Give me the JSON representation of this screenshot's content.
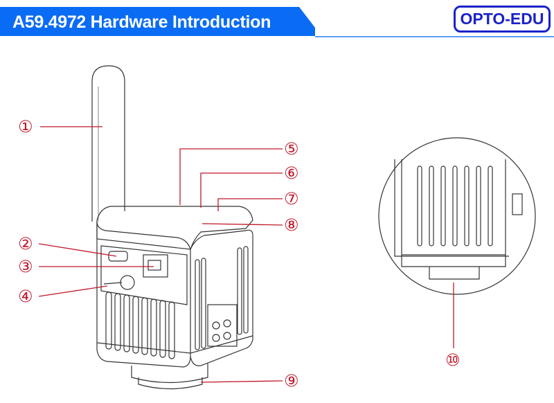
{
  "header": {
    "title": "A59.4972 Hardware Introduction",
    "logo": "OPTO-EDU"
  },
  "callouts": [
    "①",
    "②",
    "③",
    "④",
    "⑤",
    "⑥",
    "⑦",
    "⑧",
    "⑨",
    "⑩"
  ],
  "colors": {
    "header_blue": "#0a6cf5",
    "callout_red": "#c0182a",
    "logo_blue": "#1a22c8"
  }
}
